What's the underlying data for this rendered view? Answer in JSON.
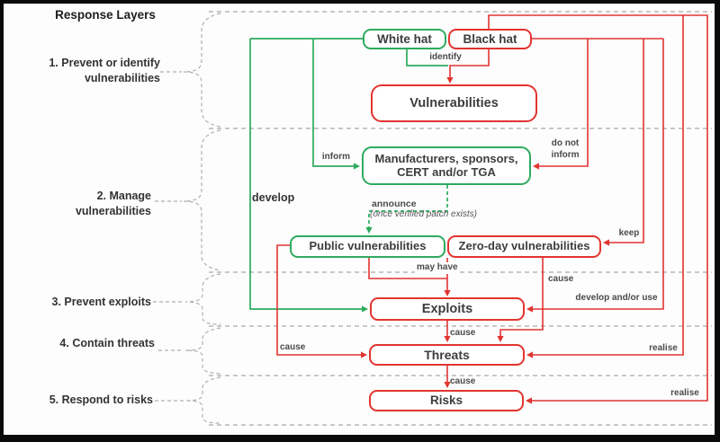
{
  "diagram_title": "Response Layers",
  "layers": [
    {
      "line1": "1. Prevent or identify",
      "line2": "vulnerabilities"
    },
    {
      "line1": "2. Manage",
      "line2": "vulnerabilities"
    },
    {
      "line1": "3. Prevent exploits",
      "line2": ""
    },
    {
      "line1": "4. Contain threats",
      "line2": ""
    },
    {
      "line1": "5. Respond to risks",
      "line2": ""
    }
  ],
  "nodes": {
    "white_hat": "White hat",
    "black_hat": "Black hat",
    "vulnerabilities": "Vulnerabilities",
    "manufacturers_line1": "Manufacturers, sponsors,",
    "manufacturers_line2": "CERT and/or TGA",
    "public_vulnerabilities": "Public vulnerabilities",
    "zero_day_vulnerabilities": "Zero-day vulnerabilities",
    "exploits": "Exploits",
    "threats": "Threats",
    "risks": "Risks"
  },
  "edge_labels": {
    "identify": "identify",
    "inform": "inform",
    "develop": "develop",
    "do_not_inform_line1": "do not",
    "do_not_inform_line2": "inform",
    "announce": "announce",
    "announce_note": "(once verified patch exists)",
    "keep": "keep",
    "may_have": "may have",
    "cause_zero_day": "cause",
    "develop_and_or_use": "develop and/or use",
    "cause_exploits": "cause",
    "cause_public": "cause",
    "realise_threats": "realise",
    "cause_threats": "cause",
    "realise_risks": "realise"
  },
  "colors": {
    "green": "#2dab5e",
    "red": "#e23430",
    "separator_gray": "#a8a8a8",
    "text_dark": "#3d3d3d",
    "frame_black": "#0a0a0a"
  }
}
